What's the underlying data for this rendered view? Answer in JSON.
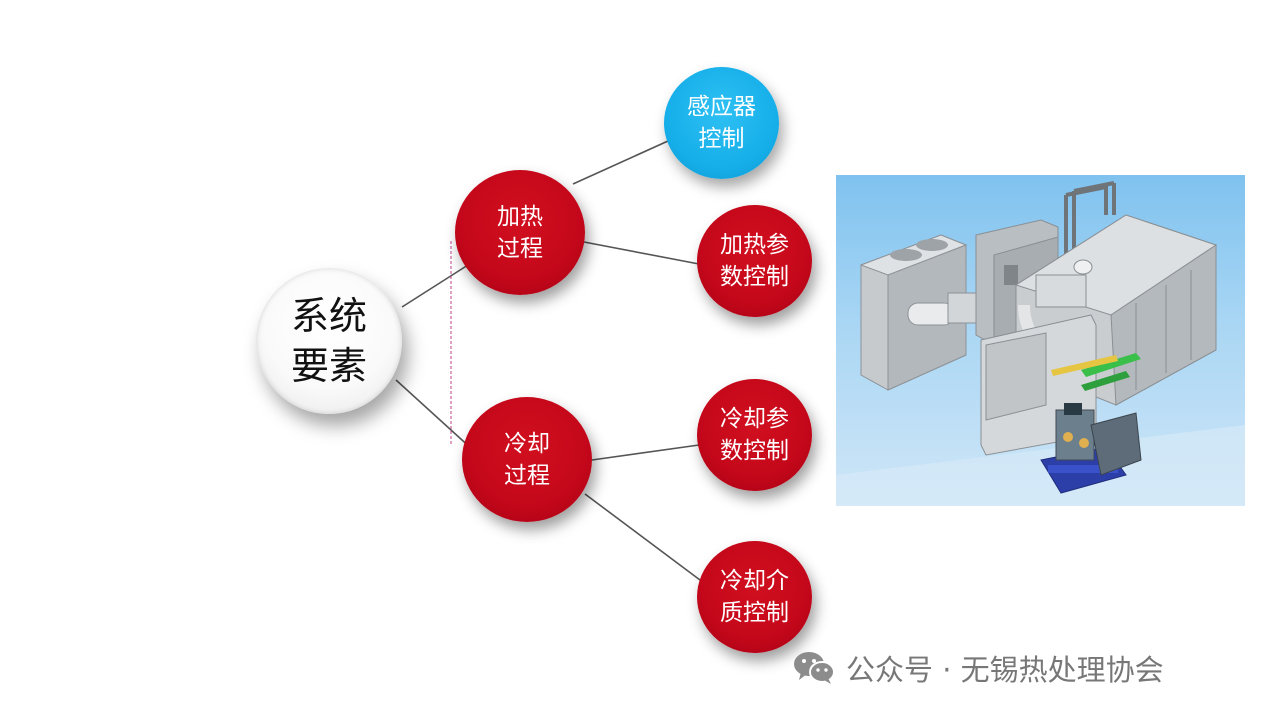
{
  "diagram": {
    "root": {
      "lines": [
        "系统",
        "要素"
      ]
    },
    "heating": {
      "lines": [
        "加热",
        "过程"
      ]
    },
    "cooling": {
      "lines": [
        "冷却",
        "过程"
      ]
    },
    "sensor": {
      "lines": [
        "感应器",
        "控制"
      ]
    },
    "heating_params": {
      "lines": [
        "加热参",
        "数控制"
      ]
    },
    "cooling_params": {
      "lines": [
        "冷却参",
        "数控制"
      ]
    },
    "cooling_medium": {
      "lines": [
        "冷却介",
        "质控制"
      ]
    }
  },
  "colors": {
    "node_red": "#c4071a",
    "node_blue": "#15aee9",
    "connector": "#555555",
    "dashed_guide": "#c0408a"
  },
  "icons": {
    "watermark": "wechat-icon",
    "photo": "heat-treatment-machine-image"
  },
  "watermark": {
    "text": "公众号 · 无锡热处理协会"
  }
}
